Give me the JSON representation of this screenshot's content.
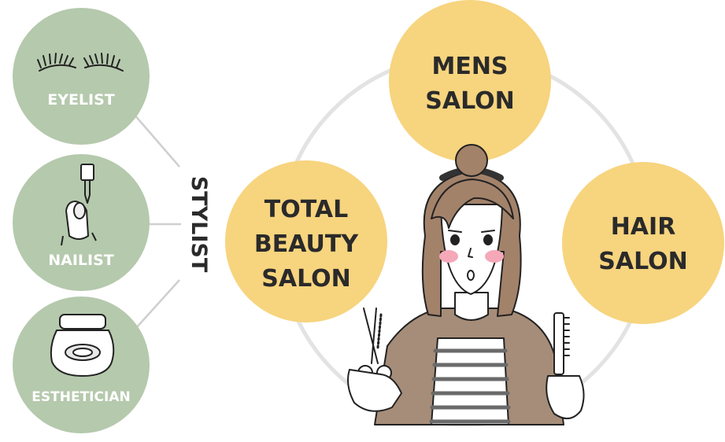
{
  "roles": {
    "eyelist": {
      "label": "EYELIST",
      "icon": "eyelash-icon"
    },
    "nailist": {
      "label": "NAILIST",
      "icon": "nail-polish-icon"
    },
    "esthetician": {
      "label": "ESTHETICIAN",
      "icon": "cream-jar-icon"
    },
    "group_label": "STYLIST"
  },
  "salons": {
    "mens": {
      "line1": "MENS",
      "line2": "SALON"
    },
    "hair": {
      "line1": "HAIR",
      "line2": "SALON"
    },
    "total": {
      "line1": "TOTAL",
      "line2": "BEAUTY",
      "line3": "SALON"
    }
  },
  "colors": {
    "role_circle": "#b5c9ad",
    "salon_circle": "#f7d47e",
    "ring": "#e3e3e3",
    "text_dark": "#2a2a2a",
    "text_light": "#ffffff"
  }
}
